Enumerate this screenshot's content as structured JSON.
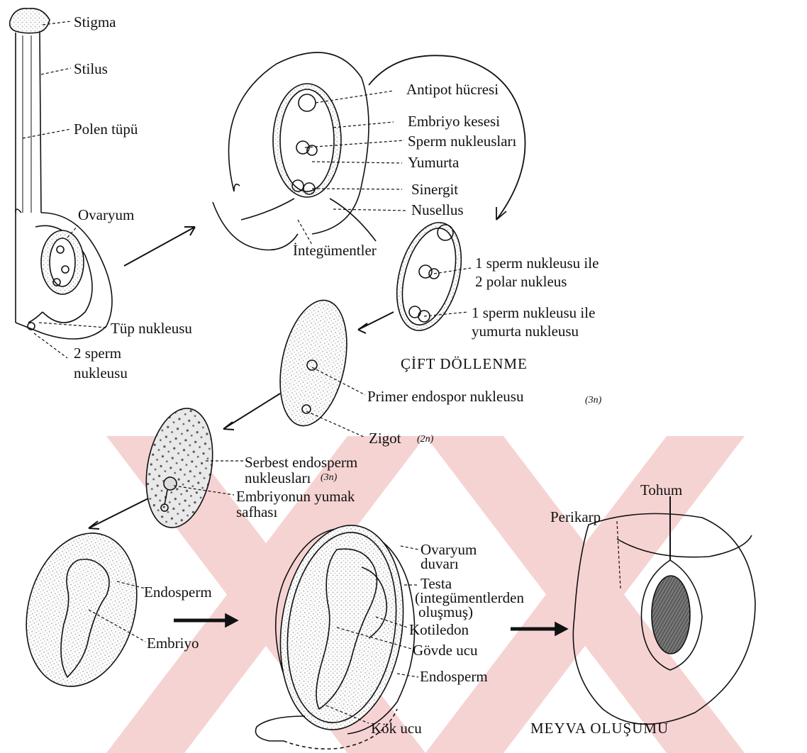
{
  "labels": {
    "stigma": "Stigma",
    "stilus": "Stilus",
    "polen_tupu": "Polen tüpü",
    "ovaryum": "Ovaryum",
    "tup_nukleusu": "Tüp nukleusu",
    "sperm2_line1": "2 sperm",
    "sperm2_line2": "nukleusu",
    "antipot": "Antipot hücresi",
    "embriyo_kesesi": "Embriyo kesesi",
    "sperm_nukleuslari": "Sperm nukleusları",
    "yumurta": "Yumurta",
    "sinergit": "Sinergit",
    "nusellus": "Nusellus",
    "integumentler": "İntegümentler",
    "polar_line1": "1 sperm nukleusu ile",
    "polar_line2": "2 polar nukleus",
    "egg_line1": "1 sperm nukleusu ile",
    "egg_line2": "yumurta nukleusu",
    "cift_dollenme": "ÇİFT DÖLLENME",
    "primer_endospor": "Primer endospor nukleusu",
    "ploidy_3n_a": "(3n)",
    "zigot": "Zigot",
    "ploidy_2n": "(2n)",
    "serbest_line1": "Serbest endosperm",
    "serbest_line2": "nukleusları",
    "ploidy_3n_b": "(3n)",
    "yumak_line1": "Embriyonun yumak",
    "yumak_line2": "safhası",
    "endosperm_left": "Endosperm",
    "embriyo": "Embriyo",
    "ovaryum_duvari_line1": "Ovaryum",
    "ovaryum_duvari_line2": "duvarı",
    "testa_line1": "Testa",
    "testa_line2": "(integümentlerden",
    "testa_line3": "oluşmuş)",
    "kotiledon": "Kotiledon",
    "govde_ucu": "Gövde ucu",
    "endosperm_right": "Endosperm",
    "kok_ucu": "Kök ucu",
    "tohum": "Tohum",
    "perikarp": "Perikarp",
    "meyva_olusumu": "MEYVA OLUŞUMU"
  },
  "colors": {
    "ink": "#111111",
    "stipple": "#b9b9b9",
    "watermark": "#f4cccc"
  }
}
